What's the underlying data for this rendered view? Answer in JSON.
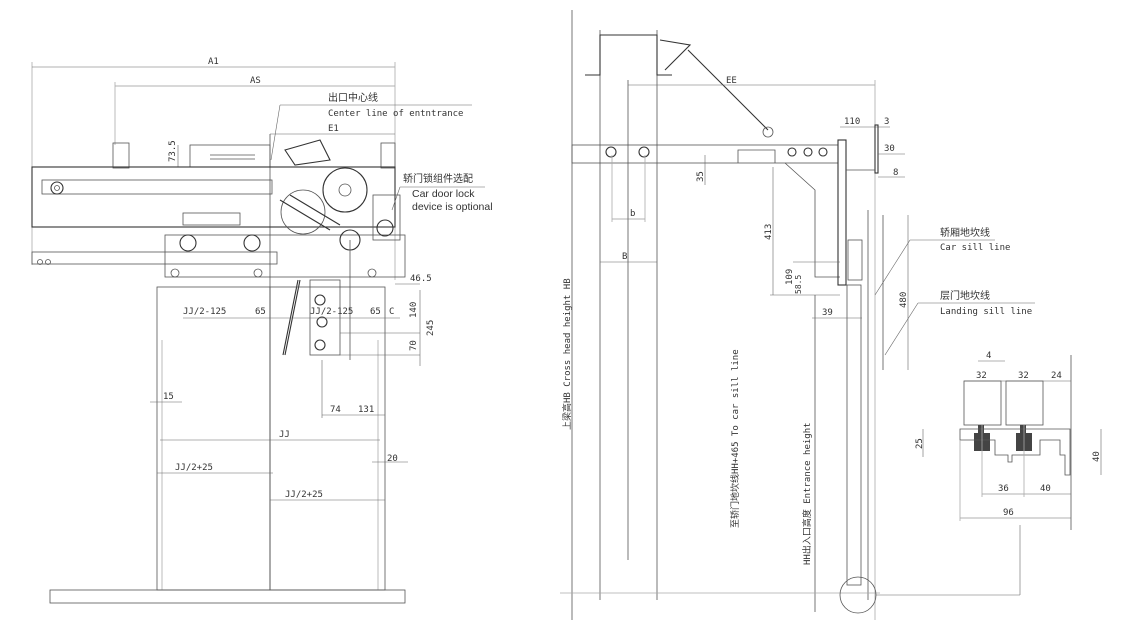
{
  "front_view": {
    "dims": {
      "a1": "A1",
      "as": "AS",
      "e1": "E1",
      "d73_5": "73.5",
      "d46_5": "46.5",
      "jj_half_minus_125_left": "JJ/2-125",
      "d65_left": "65",
      "jj_half_minus_125_right": "JJ/2-125",
      "d65_right": "65",
      "c": "C",
      "d140": "140",
      "d70": "70",
      "d245": "245",
      "d15": "15",
      "d74": "74",
      "d131": "131",
      "jj": "JJ",
      "d20": "20",
      "jj_half_plus_25_left": "JJ/2+25",
      "jj_half_plus_25_right": "JJ/2+25"
    },
    "labels": {
      "center_line_cn": "出口中心线",
      "center_line_en": "Center line of entntrance",
      "lock_cn": "轿门锁组件选配",
      "lock_en_1": "Car door lock",
      "lock_en_2": "device is optional"
    }
  },
  "side_view": {
    "dims": {
      "ee": "EE",
      "d110": "110",
      "d3": "3",
      "d30": "30",
      "d8": "8",
      "d35": "35",
      "b_small": "b",
      "b_big": "B",
      "d413": "413",
      "d109": "109",
      "d58_5": "58.5",
      "d39": "39",
      "d480": "480"
    },
    "labels": {
      "car_sill_cn": "轿厢地坎线",
      "car_sill_en": "Car sill line",
      "landing_sill_cn": "层门地坎线",
      "landing_sill_en": "Landing sill line",
      "cross_head": "上梁高HB Cross head height HB",
      "to_car_sill": "至轿门地坎线HH+465 To car sill line",
      "entrance_height": "HH出入口高度 Entrance height"
    }
  },
  "sill_detail": {
    "dims": {
      "d4": "4",
      "d32_left": "32",
      "d32_right": "32",
      "d24": "24",
      "d25": "25",
      "d40_right": "40",
      "d36": "36",
      "d40_bottom": "40",
      "d96": "96"
    }
  }
}
